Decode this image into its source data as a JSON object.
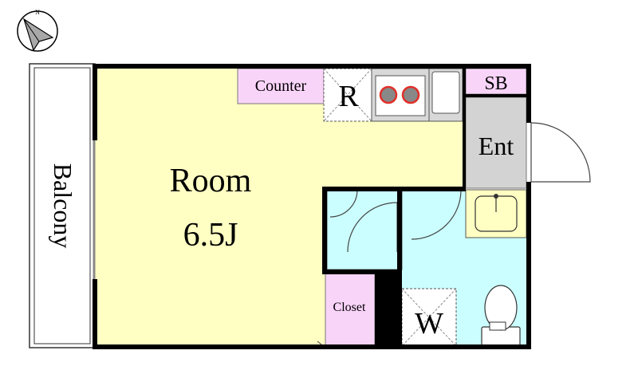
{
  "labels": {
    "room_name": "Room",
    "room_size": "6.5J",
    "counter": "Counter",
    "refrigerator": "R",
    "shoe_box": "SB",
    "entrance": "Ent",
    "closet": "Closet",
    "washer": "W",
    "balcony": "Balcony"
  },
  "colors": {
    "room": "#ffffc3",
    "counter": "#f9d4f9",
    "entrance": "#d3d3d3",
    "bath": "#cbffff",
    "washbasin": "#ffffc3",
    "walls": "#000000",
    "stove_ring": "#e0302a"
  },
  "icons": [
    "compass-icon",
    "stove-icon",
    "sink-icon",
    "washbasin-icon",
    "toilet-icon",
    "door-swing-icon"
  ]
}
